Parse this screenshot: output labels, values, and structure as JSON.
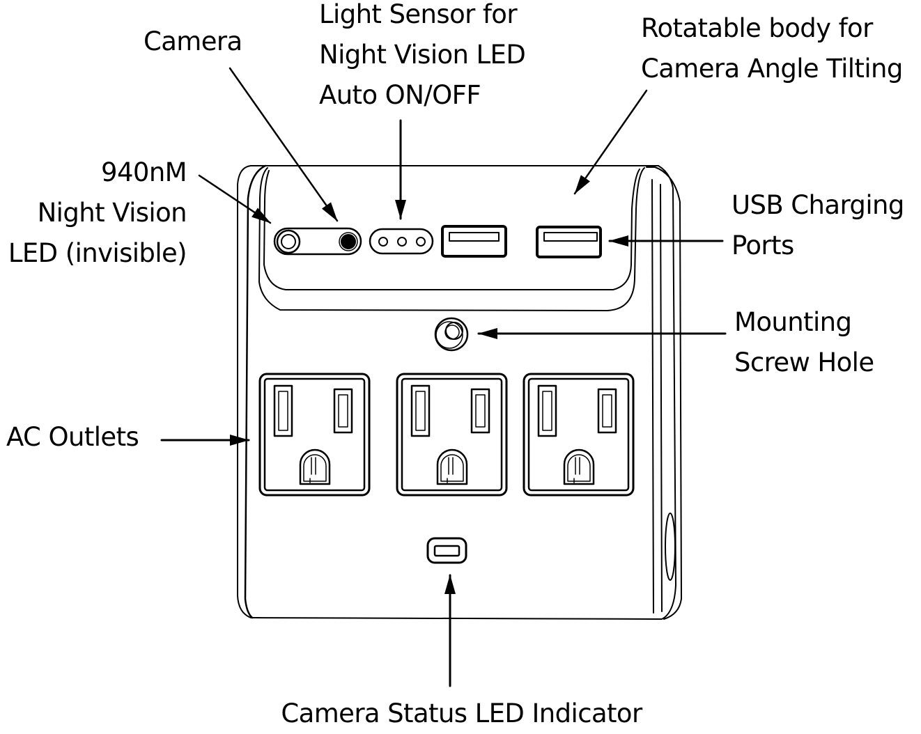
{
  "diagram": {
    "subject": "Wall outlet surge protector with hidden camera",
    "colors": {
      "ink": "#000000",
      "background": "#ffffff"
    },
    "labels": {
      "camera": {
        "lines": [
          "Camera"
        ]
      },
      "light_sensor": {
        "lines": [
          "Light Sensor for",
          "Night Vision LED",
          "Auto ON/OFF"
        ]
      },
      "rotatable_body": {
        "lines": [
          "Rotatable body for",
          "Camera Angle Tilting"
        ]
      },
      "night_vision_led": {
        "lines": [
          "940nM",
          "Night Vision",
          "LED (invisible)"
        ]
      },
      "usb_ports": {
        "lines": [
          "USB Charging",
          "Ports"
        ]
      },
      "mounting_screw": {
        "lines": [
          "Mounting",
          "Screw Hole"
        ]
      },
      "ac_outlets": {
        "lines": [
          "AC Outlets"
        ]
      },
      "status_led": {
        "lines": [
          "Camera Status LED Indicator"
        ]
      }
    },
    "components": {
      "usb_port_count": 2,
      "ac_outlet_count": 3,
      "light_sensor_dot_count": 3
    }
  }
}
